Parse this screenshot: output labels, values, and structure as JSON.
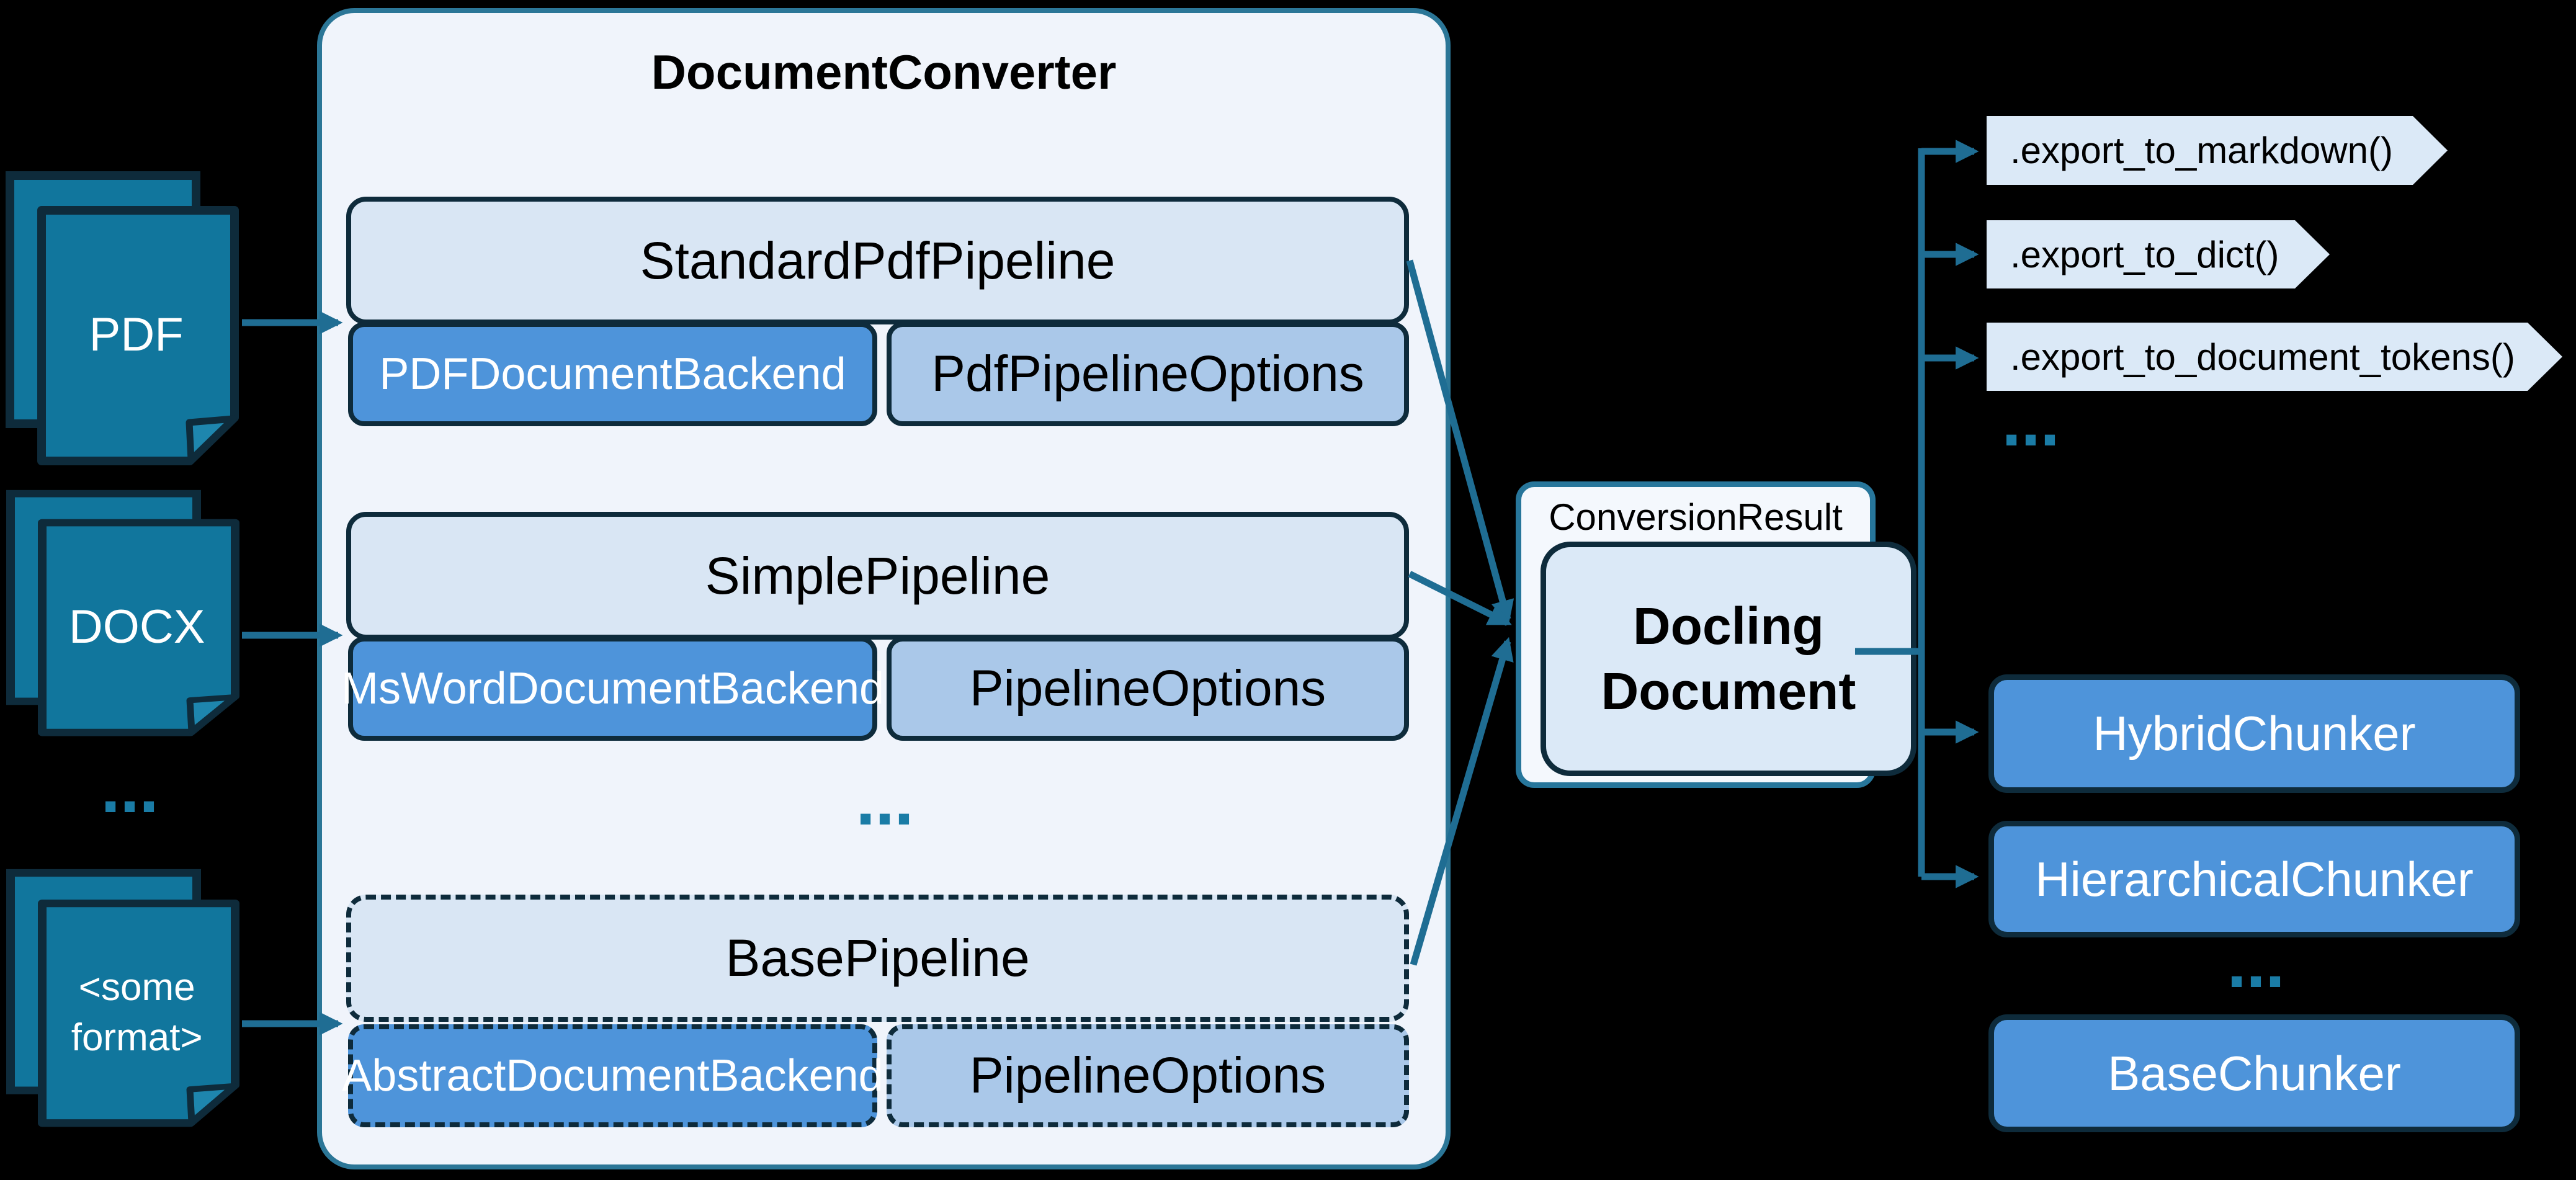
{
  "colors": {
    "background": "#000000",
    "arrow_teal": "#1f6d93",
    "document_icon_fill": "#11769d",
    "dark_navy_border": "#0e2b3b",
    "backend_blue": "#4e94da",
    "options_blue": "#aac8e9",
    "panel_light_blue": "#d9e6f4",
    "export_light_blue": "#dbe9f7",
    "converter_background": "#f0f4fb",
    "result_background": "#f4f8fd"
  },
  "inputs": {
    "items": [
      {
        "label": "PDF"
      },
      {
        "label": "DOCX"
      },
      {
        "label": "<some format>"
      }
    ],
    "ellipsis": "..."
  },
  "converter": {
    "title": "DocumentConverter",
    "pipelines": [
      {
        "name": "StandardPdfPipeline",
        "backend": "PDFDocumentBackend",
        "options": "PdfPipelineOptions"
      },
      {
        "name": "SimplePipeline",
        "backend": "MsWordDocumentBackend",
        "options": "PipelineOptions"
      },
      {
        "name": "BasePipeline",
        "backend": "AbstractDocumentBackend",
        "options": "PipelineOptions"
      }
    ],
    "ellipsis": "..."
  },
  "result": {
    "label": "ConversionResult",
    "document": "Docling Document"
  },
  "exports": {
    "items": [
      ".export_to_markdown()",
      ".export_to_dict()",
      ".export_to_document_tokens()"
    ],
    "ellipsis": "..."
  },
  "chunkers": {
    "items": [
      {
        "label": "HybridChunker"
      },
      {
        "label": "HierarchicalChunker"
      },
      {
        "label": "BaseChunker"
      }
    ],
    "ellipsis": "..."
  }
}
